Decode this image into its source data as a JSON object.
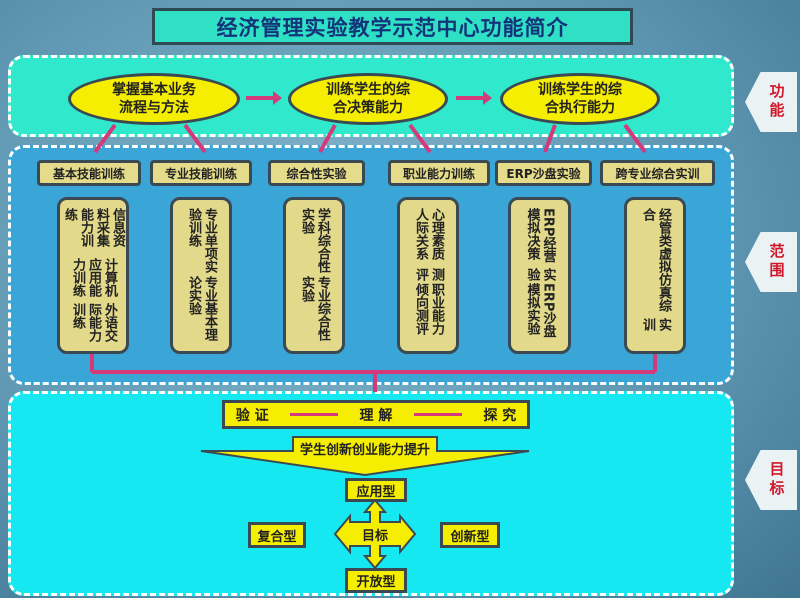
{
  "title": "经济管理实验教学示范中心功能简介",
  "side_labels": [
    "功能",
    "范围",
    "目标"
  ],
  "functions": [
    "掌握基本业务\n流程与方法",
    "训练学生的综\n合决策能力",
    "训练学生的综\n合执行能力"
  ],
  "scope": [
    {
      "category": "基本技能训练",
      "items": [
        "信息资料采集能力训练",
        "计算机应用能力训练",
        "外语交际能力训练"
      ]
    },
    {
      "category": "专业技能训练",
      "items": [
        "专业单项实验训练",
        "专业基本理论实验"
      ]
    },
    {
      "category": "综合性实验",
      "items": [
        "学科综合性实验",
        "专业综合性实验"
      ]
    },
    {
      "category": "职业能力训练",
      "items": [
        "心理素质人际关系",
        "测评",
        "职业能力倾向测评"
      ]
    },
    {
      "category": "ERP沙盘实验",
      "items": [
        "ERP经营模拟决策",
        "实验",
        "ERP沙盘模拟实验"
      ]
    },
    {
      "category": "跨专业综合实训",
      "items": [
        "经管类虚拟仿真综合",
        "实训"
      ]
    }
  ],
  "goals": {
    "process": [
      "验 证",
      "理 解",
      "探 究"
    ],
    "banner": "学生创新创业能力提升",
    "center": "目标",
    "types": {
      "top": "应用型",
      "left": "复合型",
      "right": "创新型",
      "bottom": "开放型"
    }
  },
  "colors": {
    "accent": "#d43a7a",
    "yellow": "#f6ee00"
  }
}
